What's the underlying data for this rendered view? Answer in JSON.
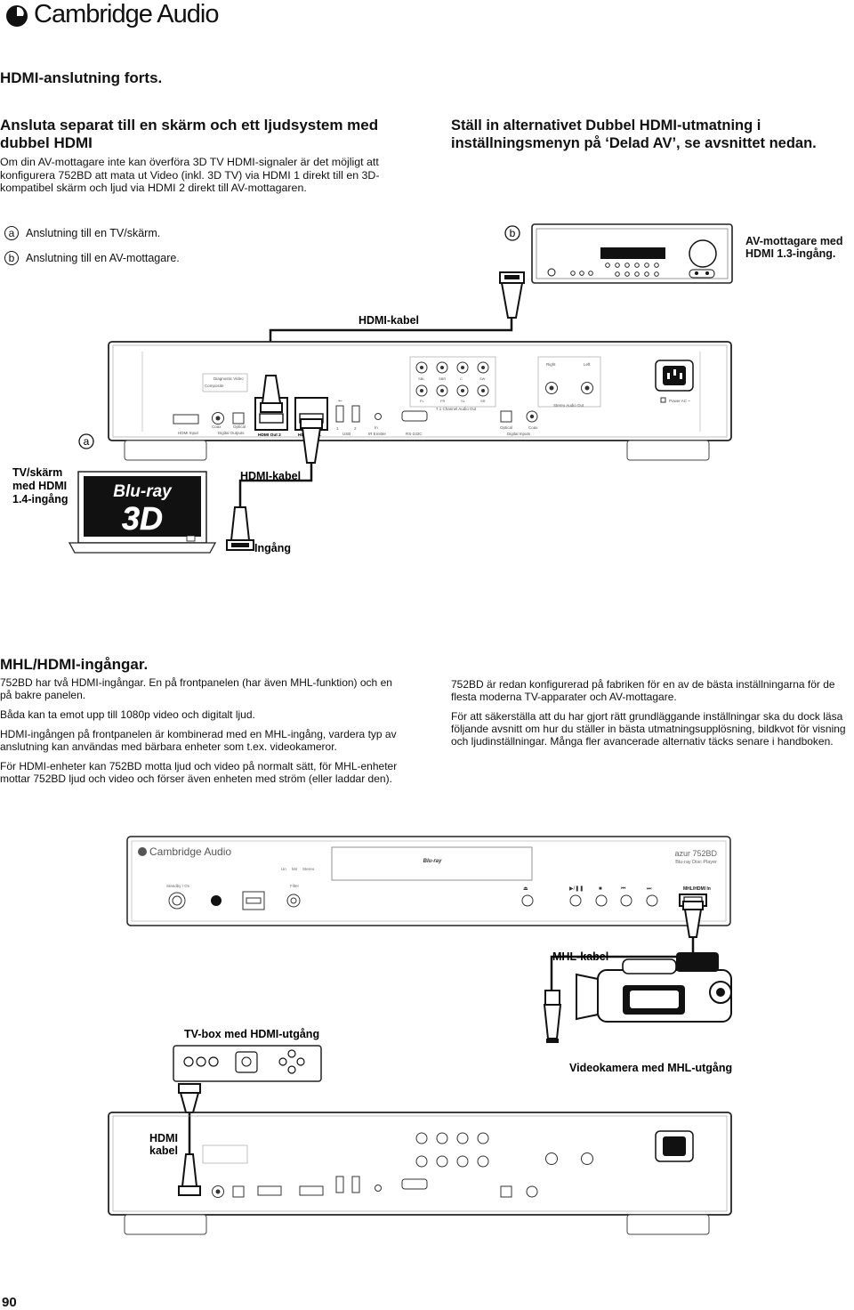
{
  "brand": {
    "name": "Cambridge Audio"
  },
  "section_title": "HDMI-anslutning forts.",
  "left_intro": {
    "heading": "Ansluta separat till en skärm och ett ljudsystem med dubbel HDMI",
    "text": "Om din AV-mottagare inte kan överföra 3D TV HDMI-signaler är det möjligt att konfigurera 752BD att mata ut Video (inkl. 3D TV) via HDMI 1 direkt till en 3D-kompatibel skärm och ljud via HDMI 2 direkt till AV-mottagaren."
  },
  "right_intro": {
    "heading": "Ställ in alternativet Dubbel HDMI-utmatning i inställningsmenyn på ‘Delad AV’, se avsnittet nedan."
  },
  "legend": [
    {
      "letter": "a",
      "text": "Anslutning till en TV/skärm."
    },
    {
      "letter": "b",
      "text": "Anslutning till en AV-mottagare."
    }
  ],
  "diagram1": {
    "marker_b": "b",
    "marker_a": "a",
    "av_label": "AV-mottagare med HDMI 1.3-ingång.",
    "hdmi_cable_top": "HDMI-kabel",
    "tv_label": "TV/skärm med HDMI 1.4-ingång",
    "hdmi_cable_bottom": "HDMI-kabel",
    "input_label": "Ingång",
    "tv_logo_line1": "Blu-ray",
    "tv_logo_line2": "3D",
    "panel": {
      "diag_video": "Diagnostic Video",
      "composite": "Composite",
      "hdmi_input": "HDMI Input",
      "coax": "Coax",
      "optical": "Optical",
      "digital_outputs": "Digital Outputs",
      "hdmi_out2": "HDMI Out 2",
      "hdmi_out1": "HDMI Out 1",
      "usb": "USB",
      "usb1": "1",
      "usb2": "2",
      "in": "In",
      "ir": "IR Emitter",
      "rs": "RS-232C",
      "ch71": "7.1 Channel Audio Out",
      "fl": "FL",
      "fr": "FR",
      "sl": "SL",
      "sr": "SR",
      "sbl": "SBL",
      "sbr": "SBR",
      "c": "C",
      "sw": "SW",
      "right": "Right",
      "left": "Left",
      "stereo": "Stereo Audio Out",
      "dig_in_optical": "Optical",
      "dig_in_coax": "Coax",
      "digital_inputs": "Digital Inputs",
      "power": "Power AC ~"
    }
  },
  "mhl": {
    "title": "MHL/HDMI-ingångar.",
    "left_paras": [
      "752BD har två HDMI-ingångar. En på frontpanelen (har även MHL-funktion) och en på bakre panelen.",
      "Båda kan ta emot upp till 1080p video och digitalt ljud.",
      "HDMI-ingången på frontpanelen är kombinerad med en MHL-ingång, vardera typ av anslutning kan användas med bärbara enheter som t.ex. videokameror.",
      "För HDMI-enheter kan 752BD motta ljud och video på normalt sätt, för MHL-enheter mottar 752BD ljud och video och förser även enheten med ström (eller laddar den)."
    ],
    "right_paras": [
      "752BD är redan konfigurerad på fabriken för en av de bästa inställningarna för de flesta moderna TV-apparater och AV-mottagare.",
      "För att säkerställa att du har gjort rätt grundläggande inställningar ska du dock läsa följande avsnitt om hur du ställer in bästa utmatningsupplösning, bildkvot för visning och ljudinställningar. Många fler avancerade alternativ täcks senare i handboken."
    ]
  },
  "diagram2": {
    "front_brand": "Cambridge Audio",
    "model": "azur 752BD",
    "model_sub": "Blu-ray Disc Player",
    "standby": "Standby / On",
    "filter": "Filter",
    "mhl_in": "MHL/HDMI In",
    "vid_un": "Un",
    "vid_mir": "Mir",
    "vid_stereo": "Stereo",
    "mhl_cable": "MHL-kabel",
    "tvbox_label": "TV-box med HDMI-utgång",
    "camera_label": "Videokamera med MHL-utgång",
    "hdmi_cable": "HDMI kabel"
  },
  "page_number": "90"
}
